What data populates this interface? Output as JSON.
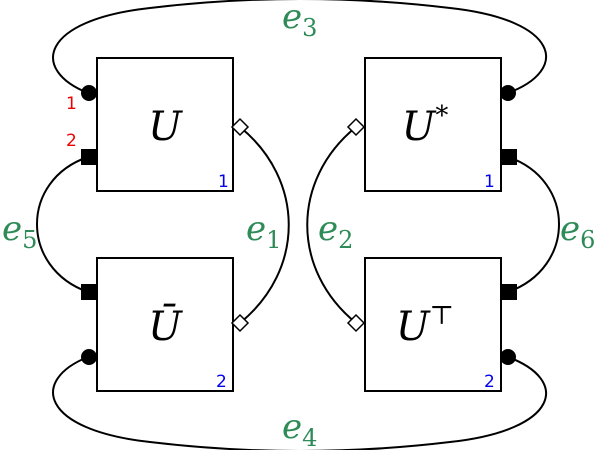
{
  "boxes": [
    {
      "id": "u",
      "label": "U",
      "sup": "",
      "index": "1"
    },
    {
      "id": "ustar",
      "label": "U",
      "sup": "*",
      "index": "1"
    },
    {
      "id": "ubar",
      "label": "Ū",
      "sup": "",
      "index": "2"
    },
    {
      "id": "ut",
      "label": "U",
      "sup": "⊤",
      "index": "2"
    }
  ],
  "edges": [
    {
      "name": "e",
      "sub": "1"
    },
    {
      "name": "e",
      "sub": "2"
    },
    {
      "name": "e",
      "sub": "3"
    },
    {
      "name": "e",
      "sub": "4"
    },
    {
      "name": "e",
      "sub": "5"
    },
    {
      "name": "e",
      "sub": "6"
    }
  ],
  "leg_labels": [
    "1",
    "2"
  ],
  "colors": {
    "edge": "#2e8b57",
    "box_index": "#0000ee",
    "leg_index": "#ee0000"
  }
}
